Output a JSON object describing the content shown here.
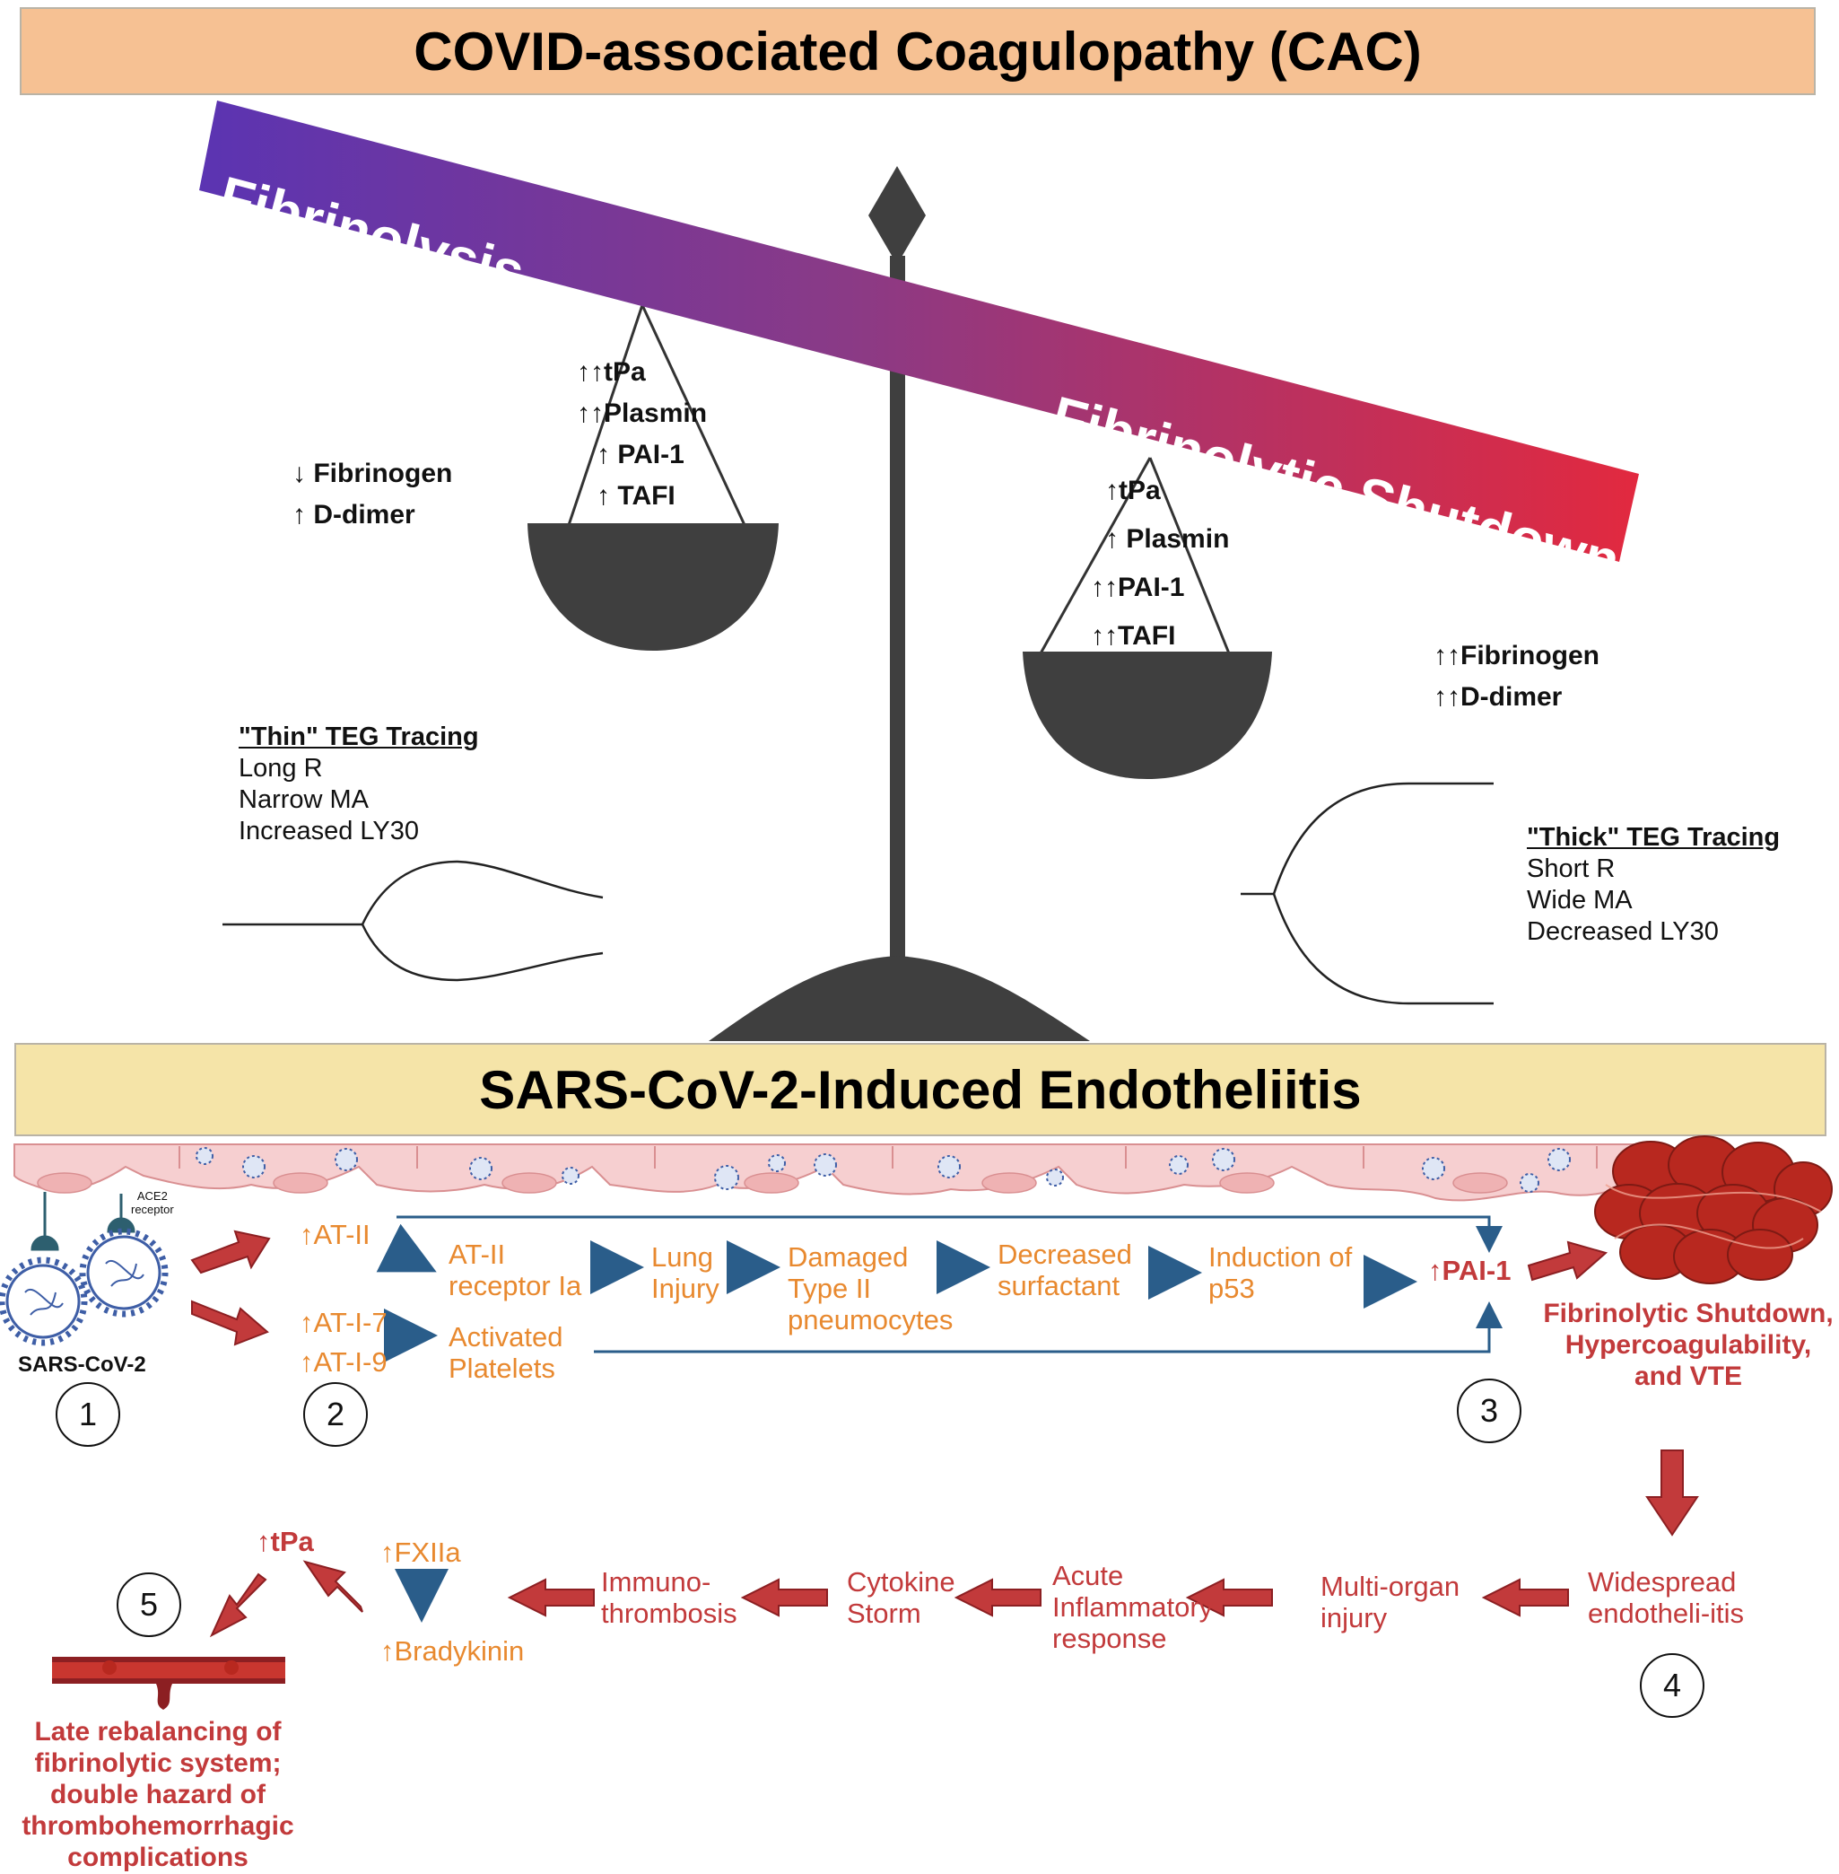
{
  "title": "COVID-associated Coagulopathy (CAC)",
  "beam": {
    "left_label": "Fibrinolysis",
    "right_label": "Fibrinolytic Shutdown"
  },
  "left_pan": [
    {
      "arrows": "↑↑",
      "label": "tPa"
    },
    {
      "arrows": "↑↑",
      "label": "Plasmin"
    },
    {
      "arrows": "↑",
      "label": "PAI-1"
    },
    {
      "arrows": "↑",
      "label": "TAFI"
    }
  ],
  "right_pan": [
    {
      "arrows": "↑",
      "label": "tPa"
    },
    {
      "arrows": "↑",
      "label": "Plasmin"
    },
    {
      "arrows": "↑↑",
      "label": "PAI-1"
    },
    {
      "arrows": "↑↑",
      "label": "TAFI"
    }
  ],
  "left_markers": [
    {
      "arrows": "↓",
      "label": "Fibrinogen"
    },
    {
      "arrows": "↑",
      "label": "D-dimer"
    }
  ],
  "right_markers": [
    {
      "arrows": "↑↑",
      "label": "Fibrinogen"
    },
    {
      "arrows": "↑↑",
      "label": "D-dimer"
    }
  ],
  "thin_teg": {
    "heading": "\"Thin\" TEG Tracing",
    "lines": [
      "Long R",
      "Narrow MA",
      "Increased LY30"
    ]
  },
  "thick_teg": {
    "heading": "\"Thick\" TEG Tracing",
    "lines": [
      "Short R",
      "Wide MA",
      "Decreased LY30"
    ]
  },
  "endo_title": "SARS-CoV-2-Induced Endotheliitis",
  "virus_label": "SARS-CoV-2",
  "ace2_label_1": "ACE2",
  "ace2_label_2": "receptor",
  "pathway_top": {
    "at2": "AT-II",
    "at2r_1": "AT-II",
    "at2r_2": "receptor Ia",
    "lung_1": "Lung",
    "lung_2": "Injury",
    "damaged_1": "Damaged",
    "damaged_2": "Type II",
    "damaged_3": "pneumocytes",
    "surf_1": "Decreased",
    "surf_2": "surfactant",
    "p53_1": "Induction of",
    "p53_2": "p53",
    "pai1": "PAI-1"
  },
  "pathway_mid": {
    "at17": "AT-I-7",
    "at19": "AT-I-9",
    "plat_1": "Activated",
    "plat_2": "Platelets"
  },
  "outcome": {
    "line1": "Fibrinolytic Shutdown,",
    "line2": "Hypercoagulability,",
    "line3": "and VTE"
  },
  "bottom_chain": {
    "widespread_1": "Widespread",
    "widespread_2": "endotheli-itis",
    "multi_1": "Multi-organ",
    "multi_2": "injury",
    "acute_1": "Acute",
    "acute_2": "Inflammatory",
    "acute_3": "response",
    "cyto_1": "Cytokine",
    "cyto_2": "Storm",
    "immuno_1": "Immuno-",
    "immuno_2": "thrombosis",
    "fxiia": "FXIIa",
    "bradykinin": "Bradykinin",
    "tpa": "tPa"
  },
  "late": {
    "line1": "Late rebalancing of",
    "line2": "fibrinolytic system;",
    "line3": "double hazard of",
    "line4": "thrombohemorrhagic",
    "line5": "complications"
  },
  "steps": [
    "1",
    "2",
    "3",
    "4",
    "5"
  ],
  "colors": {
    "orange": "#e8892f",
    "red": "#c23a3b",
    "blue": "#2a5d8a",
    "title_bg": "#f6c193",
    "endo_bg": "#f5e4a8"
  }
}
